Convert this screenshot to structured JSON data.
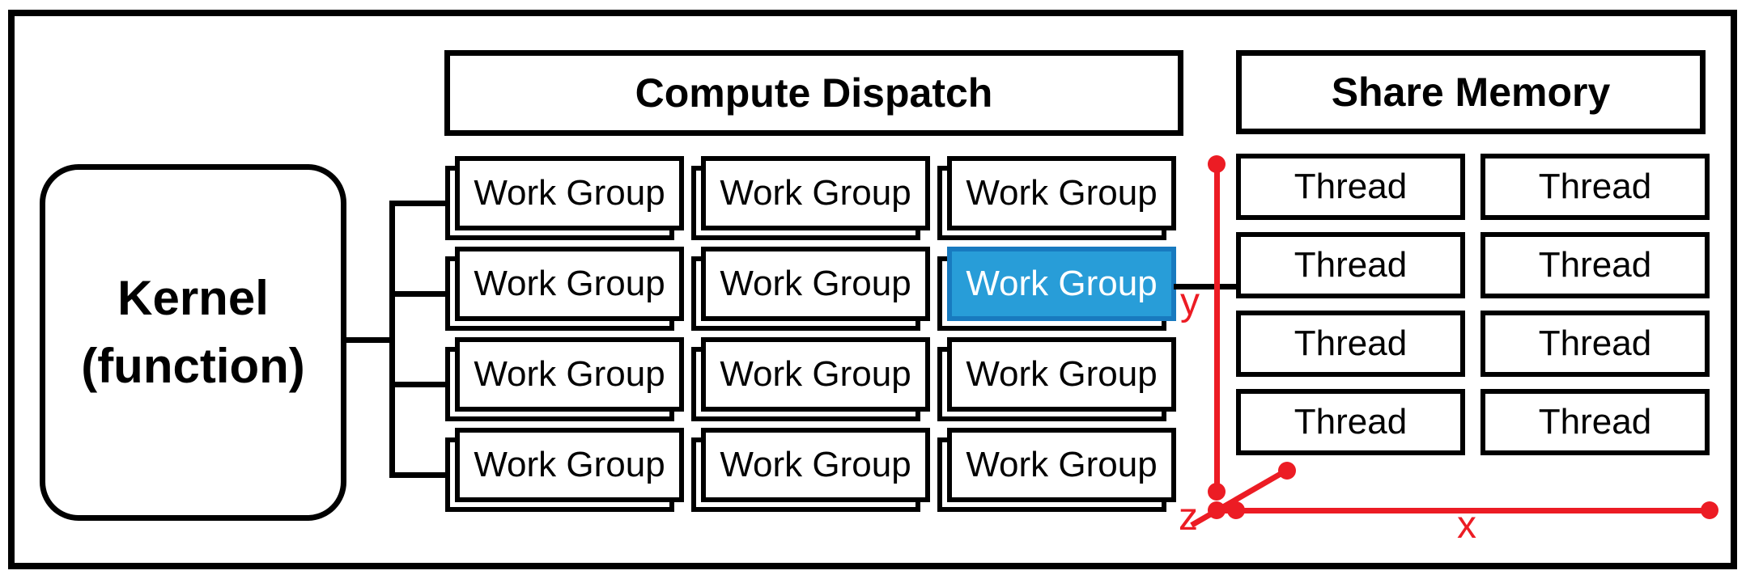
{
  "kernel": {
    "line1": "Kernel",
    "line2": "(function)"
  },
  "compute_dispatch": {
    "title": "Compute Dispatch",
    "cells": [
      {
        "label": "Work Group",
        "highlighted": false
      },
      {
        "label": "Work Group",
        "highlighted": false
      },
      {
        "label": "Work Group",
        "highlighted": false
      },
      {
        "label": "Work Group",
        "highlighted": false
      },
      {
        "label": "Work Group",
        "highlighted": false
      },
      {
        "label": "Work Group",
        "highlighted": true
      },
      {
        "label": "Work Group",
        "highlighted": false
      },
      {
        "label": "Work Group",
        "highlighted": false
      },
      {
        "label": "Work Group",
        "highlighted": false
      },
      {
        "label": "Work Group",
        "highlighted": false
      },
      {
        "label": "Work Group",
        "highlighted": false
      },
      {
        "label": "Work Group",
        "highlighted": false
      }
    ]
  },
  "share_memory": {
    "title": "Share Memory",
    "cells": [
      {
        "label": "Thread"
      },
      {
        "label": "Thread"
      },
      {
        "label": "Thread"
      },
      {
        "label": "Thread"
      },
      {
        "label": "Thread"
      },
      {
        "label": "Thread"
      },
      {
        "label": "Thread"
      },
      {
        "label": "Thread"
      }
    ]
  },
  "axes": {
    "x": "x",
    "y": "y",
    "z": "z"
  },
  "colors": {
    "highlight_fill": "#289dd8",
    "highlight_border": "#187abf",
    "highlight_text": "#ffffff",
    "axis_red": "#ec1c24",
    "line_black": "#000000"
  }
}
